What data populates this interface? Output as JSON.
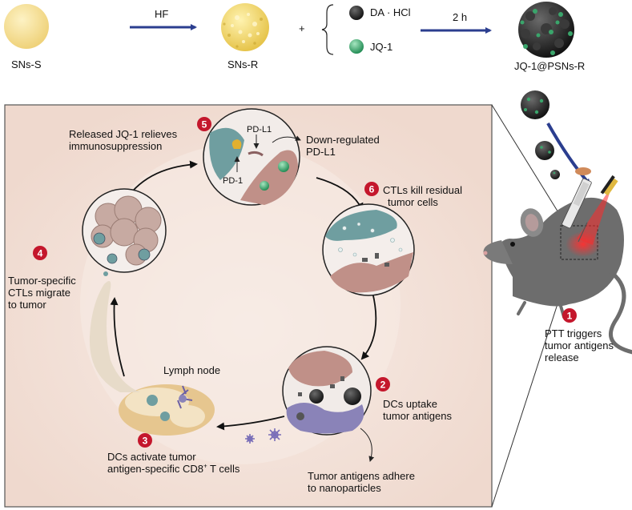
{
  "top": {
    "sns_s": "SNs-S",
    "hf": "HF",
    "sns_r": "SNs-R",
    "plus": "+",
    "da_hcl": "DA · HCl",
    "jq1": "JQ-1",
    "two_h": "2 h",
    "product": "JQ-1@PSNs-R"
  },
  "steps": {
    "s1": {
      "num": "1",
      "lines": [
        "PTT triggers",
        "tumor antigens",
        "release"
      ]
    },
    "s2": {
      "num": "2",
      "lines": [
        "DCs uptake",
        "tumor antigens"
      ]
    },
    "s3": {
      "num": "3",
      "line1": "DCs activate tumor",
      "line2_a": "antigen-specific CD8",
      "line2_sup": "+",
      "line2_b": " T cells"
    },
    "s4": {
      "num": "4",
      "lines": [
        "Tumor-specific",
        "CTLs migrate",
        "to tumor"
      ]
    },
    "s5": {
      "num": "5",
      "lines": [
        "Released JQ-1 relieves",
        "immunosuppression"
      ]
    },
    "s6": {
      "num": "6",
      "lines": [
        "CTLs kill residual",
        "tumor cells"
      ]
    }
  },
  "labels": {
    "pd1": "PD-1",
    "pdl1": "PD-L1",
    "down_regulated": [
      "Down-regulated",
      "PD-L1"
    ],
    "lymph_node": "Lymph node",
    "adhere": [
      "Tumor antigens adhere",
      "to nanoparticles"
    ]
  },
  "colors": {
    "panel_bg": "#f4e3db",
    "panel_border": "#555555",
    "arrow_blue": "#2b3e8f",
    "badge_red": "#c4172c",
    "jq1_green": "#3aa56b",
    "particle_dark": "#2a2a2a",
    "sphere_yellow": "#f6dd8f",
    "tumor_pink": "#c09088",
    "teal_cell": "#6f9ea0"
  }
}
